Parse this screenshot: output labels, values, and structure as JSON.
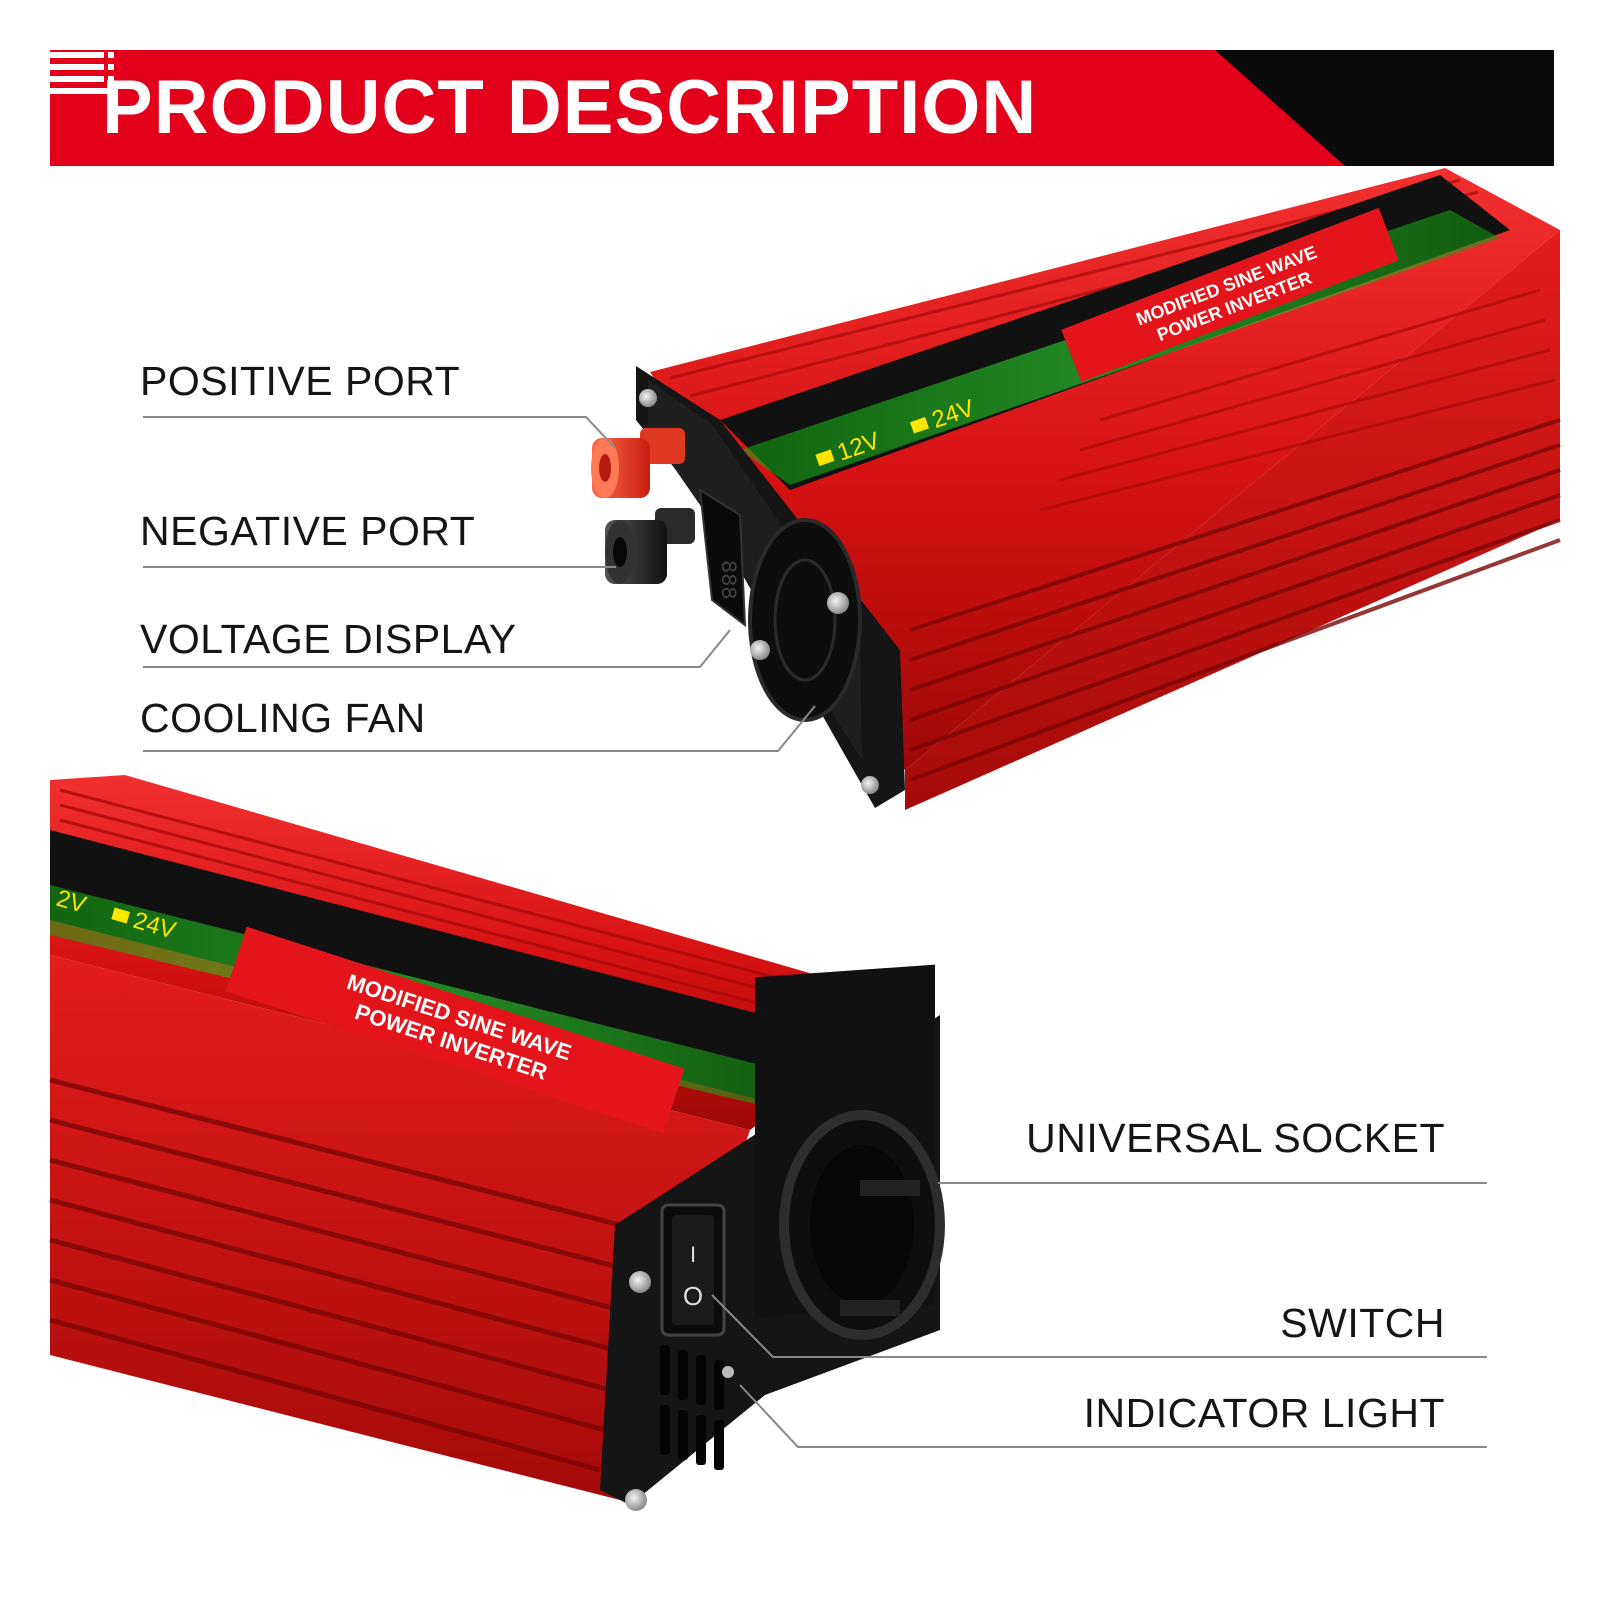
{
  "banner": {
    "title": "PRODUCT DESCRIPTION",
    "menu_icon": "menu-icon",
    "colors": {
      "red": "#e3001b",
      "black": "#0a0a0a"
    }
  },
  "product": {
    "top_view": {
      "voltage_12": "12V",
      "voltage_24": "24V",
      "brand_line_1": "MODIFIED SINE WAVE",
      "brand_line_2": "POWER INVERTER",
      "display_digits": "888"
    },
    "bottom_view": {
      "voltage_12": "2V",
      "voltage_24": "24V",
      "brand_line_1": "MODIFIED SINE WAVE",
      "brand_line_2": "POWER INVERTER",
      "switch_on": "I",
      "switch_off": "O"
    },
    "colors": {
      "housing": "#e01616",
      "housing_dark": "#9a0a0a",
      "glow": "#22dd22",
      "panel": "#141414"
    }
  },
  "callouts": {
    "positive_port": "POSITIVE PORT",
    "negative_port": "NEGATIVE PORT",
    "voltage_display": "VOLTAGE DISPLAY",
    "cooling_fan": "COOLING FAN",
    "universal_socket": "UNIVERSAL SOCKET",
    "switch": "SWITCH",
    "indicator_light": "INDICATOR LIGHT"
  }
}
